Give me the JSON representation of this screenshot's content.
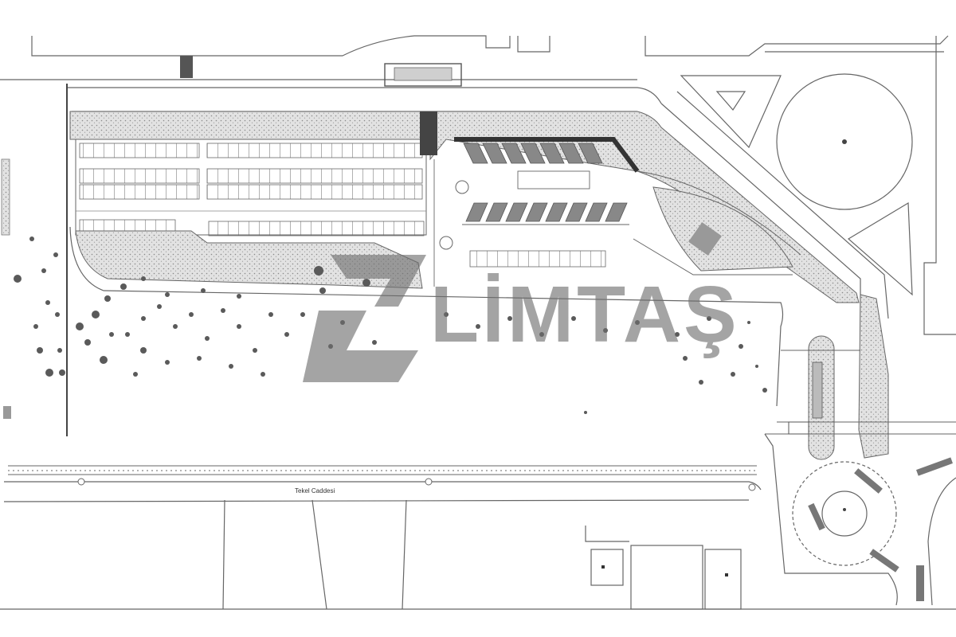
{
  "plan": {
    "street_label": "Tekel Caddesi",
    "watermark_text": "LİMTAŞ"
  },
  "colors": {
    "line": "#555555",
    "hatch": "#d9d9d9",
    "tree": "#555555",
    "watermark": "#6e6e6e"
  },
  "icons": {
    "logo": "limtas-logo-mark"
  }
}
